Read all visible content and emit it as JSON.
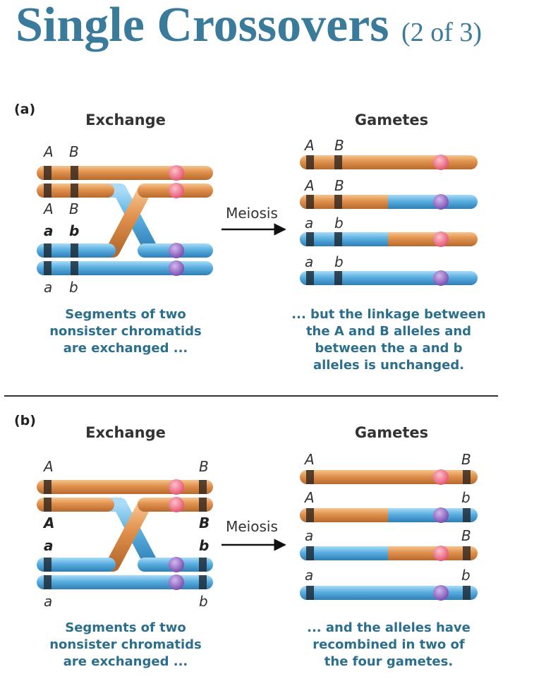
{
  "title": {
    "main": "Single Crossovers",
    "sub": "(2 of 3)"
  },
  "colors": {
    "title": "#3a7a9a",
    "orange": "#e0904c",
    "blue": "#5aaee0",
    "caption": "#2b6f8c",
    "centromere_pink": "#ef6f88",
    "centromere_purple": "#8a5cc0"
  },
  "panel_a": {
    "label": "(a)",
    "exchange_heading": "Exchange",
    "gametes_heading": "Gametes",
    "arrow_label": "Meiosis",
    "exchange_alleles": {
      "top_A": "A",
      "top_B": "B",
      "mid_A": "A",
      "mid_B": "B",
      "mid_a": "a",
      "mid_b": "b",
      "bot_a": "a",
      "bot_b": "b"
    },
    "gametes": [
      {
        "left": "A",
        "right": "B"
      },
      {
        "left": "A",
        "right": "B"
      },
      {
        "left": "a",
        "right": "b"
      },
      {
        "left": "a",
        "right": "b"
      }
    ],
    "caption_left": [
      "Segments of two",
      "nonsister chromatids",
      "are exchanged ..."
    ],
    "caption_right": [
      "... but the linkage between",
      "the A and B alleles and",
      "between the a and b",
      "alleles is unchanged."
    ]
  },
  "panel_b": {
    "label": "(b)",
    "exchange_heading": "Exchange",
    "gametes_heading": "Gametes",
    "arrow_label": "Meiosis",
    "exchange_alleles": {
      "top_A": "A",
      "top_B": "B",
      "mid_A": "A",
      "mid_B": "B",
      "mid_a": "a",
      "mid_b": "b",
      "bot_a": "a",
      "bot_b": "b"
    },
    "gametes": [
      {
        "left": "A",
        "right": "B"
      },
      {
        "left": "A",
        "right": "b"
      },
      {
        "left": "a",
        "right": "B"
      },
      {
        "left": "a",
        "right": "b"
      }
    ],
    "caption_left": [
      "Segments of two",
      "nonsister chromatids",
      "are exchanged ..."
    ],
    "caption_right": [
      "... and the alleles have",
      "recombined in two of",
      "the four gametes."
    ]
  }
}
